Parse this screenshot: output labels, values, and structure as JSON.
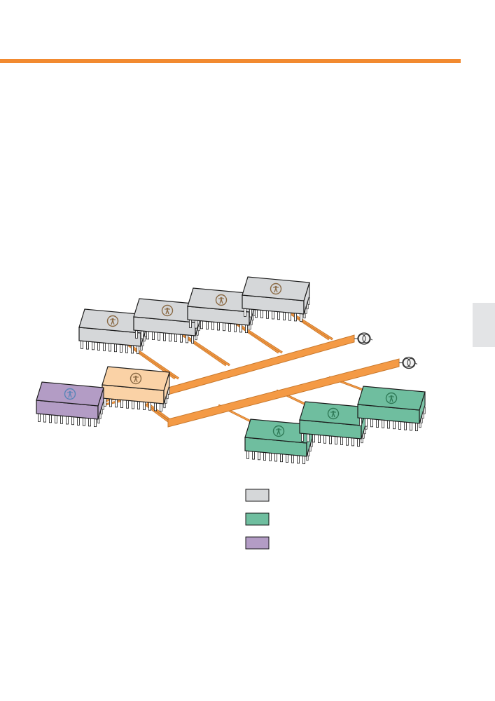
{
  "colors": {
    "accent_orange": "#F28A30",
    "bus_fill": "#F49A45",
    "bus_stroke": "#C8782C",
    "lead": "#6b6b6b",
    "chip_outline": "#1a1a1a",
    "side_tab": "#E3E4E6",
    "chip_gray": "#D5D7D9",
    "chip_peach": "#FAD2A6",
    "chip_green": "#6FBE9F",
    "chip_purple": "#B39CC5"
  },
  "diagram": {
    "chips": [
      {
        "name": "gray-chip-1",
        "kind": "gray",
        "icon": "antenna-icon"
      },
      {
        "name": "gray-chip-2",
        "kind": "gray",
        "icon": "antenna-icon"
      },
      {
        "name": "gray-chip-3",
        "kind": "gray",
        "icon": "antenna-icon"
      },
      {
        "name": "gray-chip-4",
        "kind": "gray",
        "icon": "antenna-icon"
      },
      {
        "name": "peach-chip",
        "kind": "peach",
        "icon": "antenna-icon"
      },
      {
        "name": "purple-chip",
        "kind": "purple",
        "icon": "antenna-icon"
      },
      {
        "name": "green-chip-1",
        "kind": "green",
        "icon": "antenna-icon"
      },
      {
        "name": "green-chip-2",
        "kind": "green",
        "icon": "antenna-icon"
      },
      {
        "name": "green-chip-3",
        "kind": "green",
        "icon": "antenna-icon"
      }
    ],
    "buses": [
      {
        "name": "upper-bus",
        "terminator": "resistor-icon"
      },
      {
        "name": "lower-bus",
        "terminator": "resistor-icon"
      }
    ]
  },
  "legend": {
    "items": [
      {
        "kind": "gray",
        "label": ""
      },
      {
        "kind": "green",
        "label": ""
      },
      {
        "kind": "purple",
        "label": ""
      }
    ]
  }
}
